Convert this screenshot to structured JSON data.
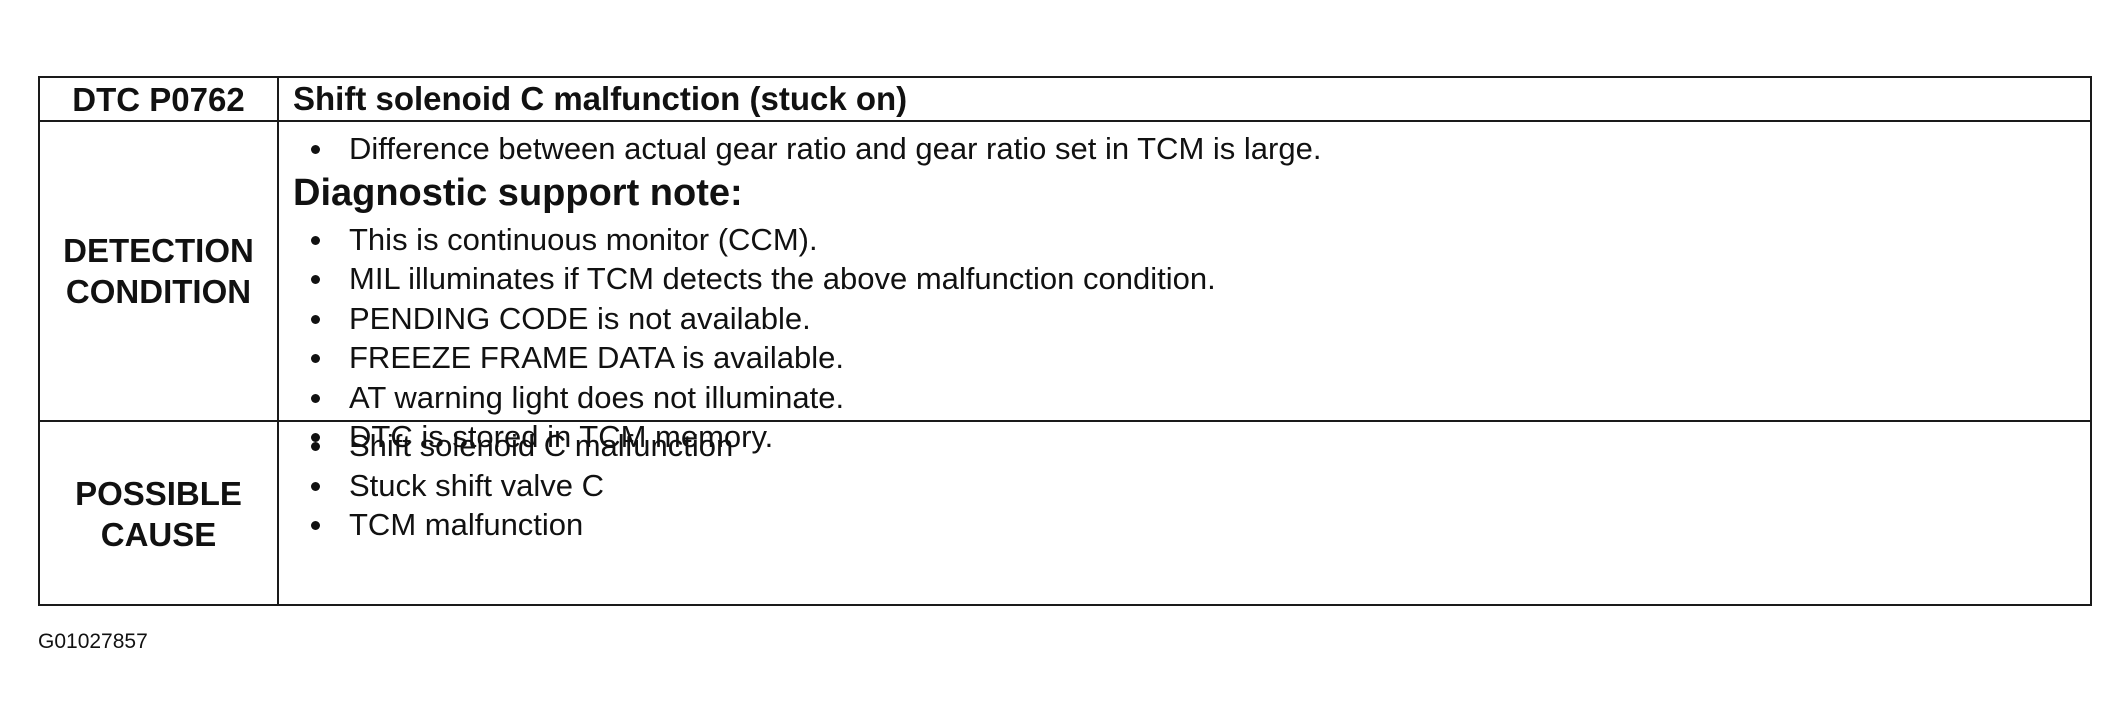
{
  "header": {
    "code": "DTC P0762",
    "title": "Shift solenoid C malfunction (stuck on)"
  },
  "detection": {
    "label_line1": "DETECTION",
    "label_line2": "CONDITION",
    "items": [
      "Difference between actual gear ratio and gear ratio set in TCM is large."
    ],
    "note_heading": "Diagnostic support note:",
    "note_items": [
      "This is continuous monitor (CCM).",
      "MIL illuminates if TCM detects the above malfunction condition.",
      "PENDING CODE is not available.",
      "FREEZE FRAME DATA is available.",
      "AT warning light does not illuminate.",
      "DTC is stored in TCM memory."
    ]
  },
  "cause": {
    "label_line1": "POSSIBLE",
    "label_line2": "CAUSE",
    "items": [
      "Shift solenoid C malfunction",
      "Stuck shift valve C",
      "TCM malfunction"
    ]
  },
  "footer": {
    "image_id": "G01027857"
  }
}
